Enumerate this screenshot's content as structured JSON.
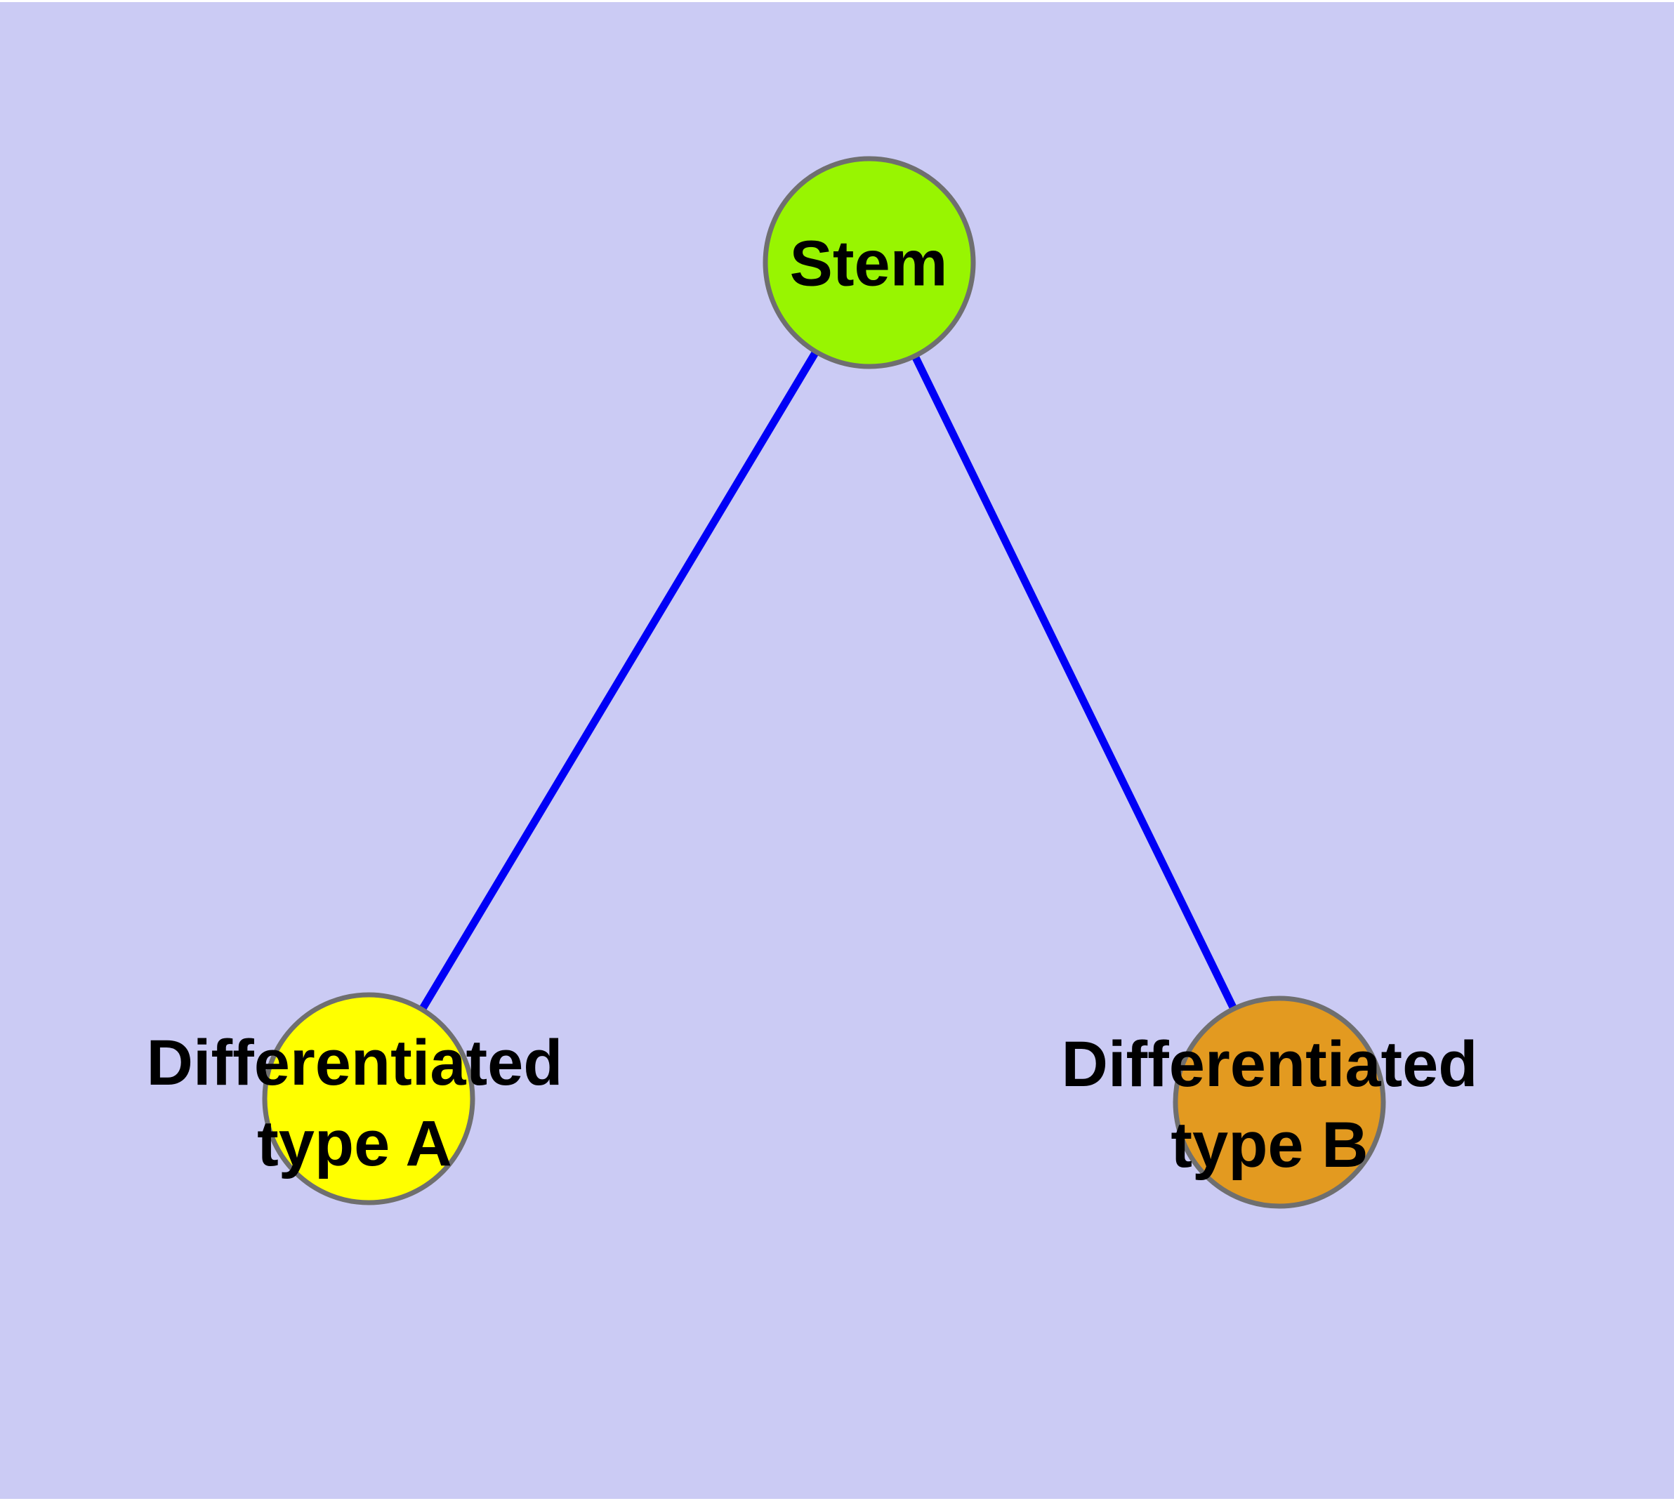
{
  "diagram": {
    "type": "graph",
    "description": "Cell differentiation graph: one stem node connected to two differentiated type nodes",
    "background_color": "#CBCBF4",
    "frame_color": "#FFFFFF",
    "edge_color": "#0000F6",
    "node_border_color": "#6F6F6F",
    "label_color": "#000000",
    "nodes": [
      {
        "id": "stem",
        "label": "Stem",
        "fill": "#98F501"
      },
      {
        "id": "differentiated-type-a",
        "label": "Differentiated\ntype A",
        "fill": "#FFFF00"
      },
      {
        "id": "differentiated-type-b",
        "label": "Differentiated\ntype B",
        "fill": "#E39A20"
      }
    ],
    "edges": [
      {
        "from": "stem",
        "to": "differentiated-type-a"
      },
      {
        "from": "stem",
        "to": "differentiated-type-b"
      }
    ]
  }
}
